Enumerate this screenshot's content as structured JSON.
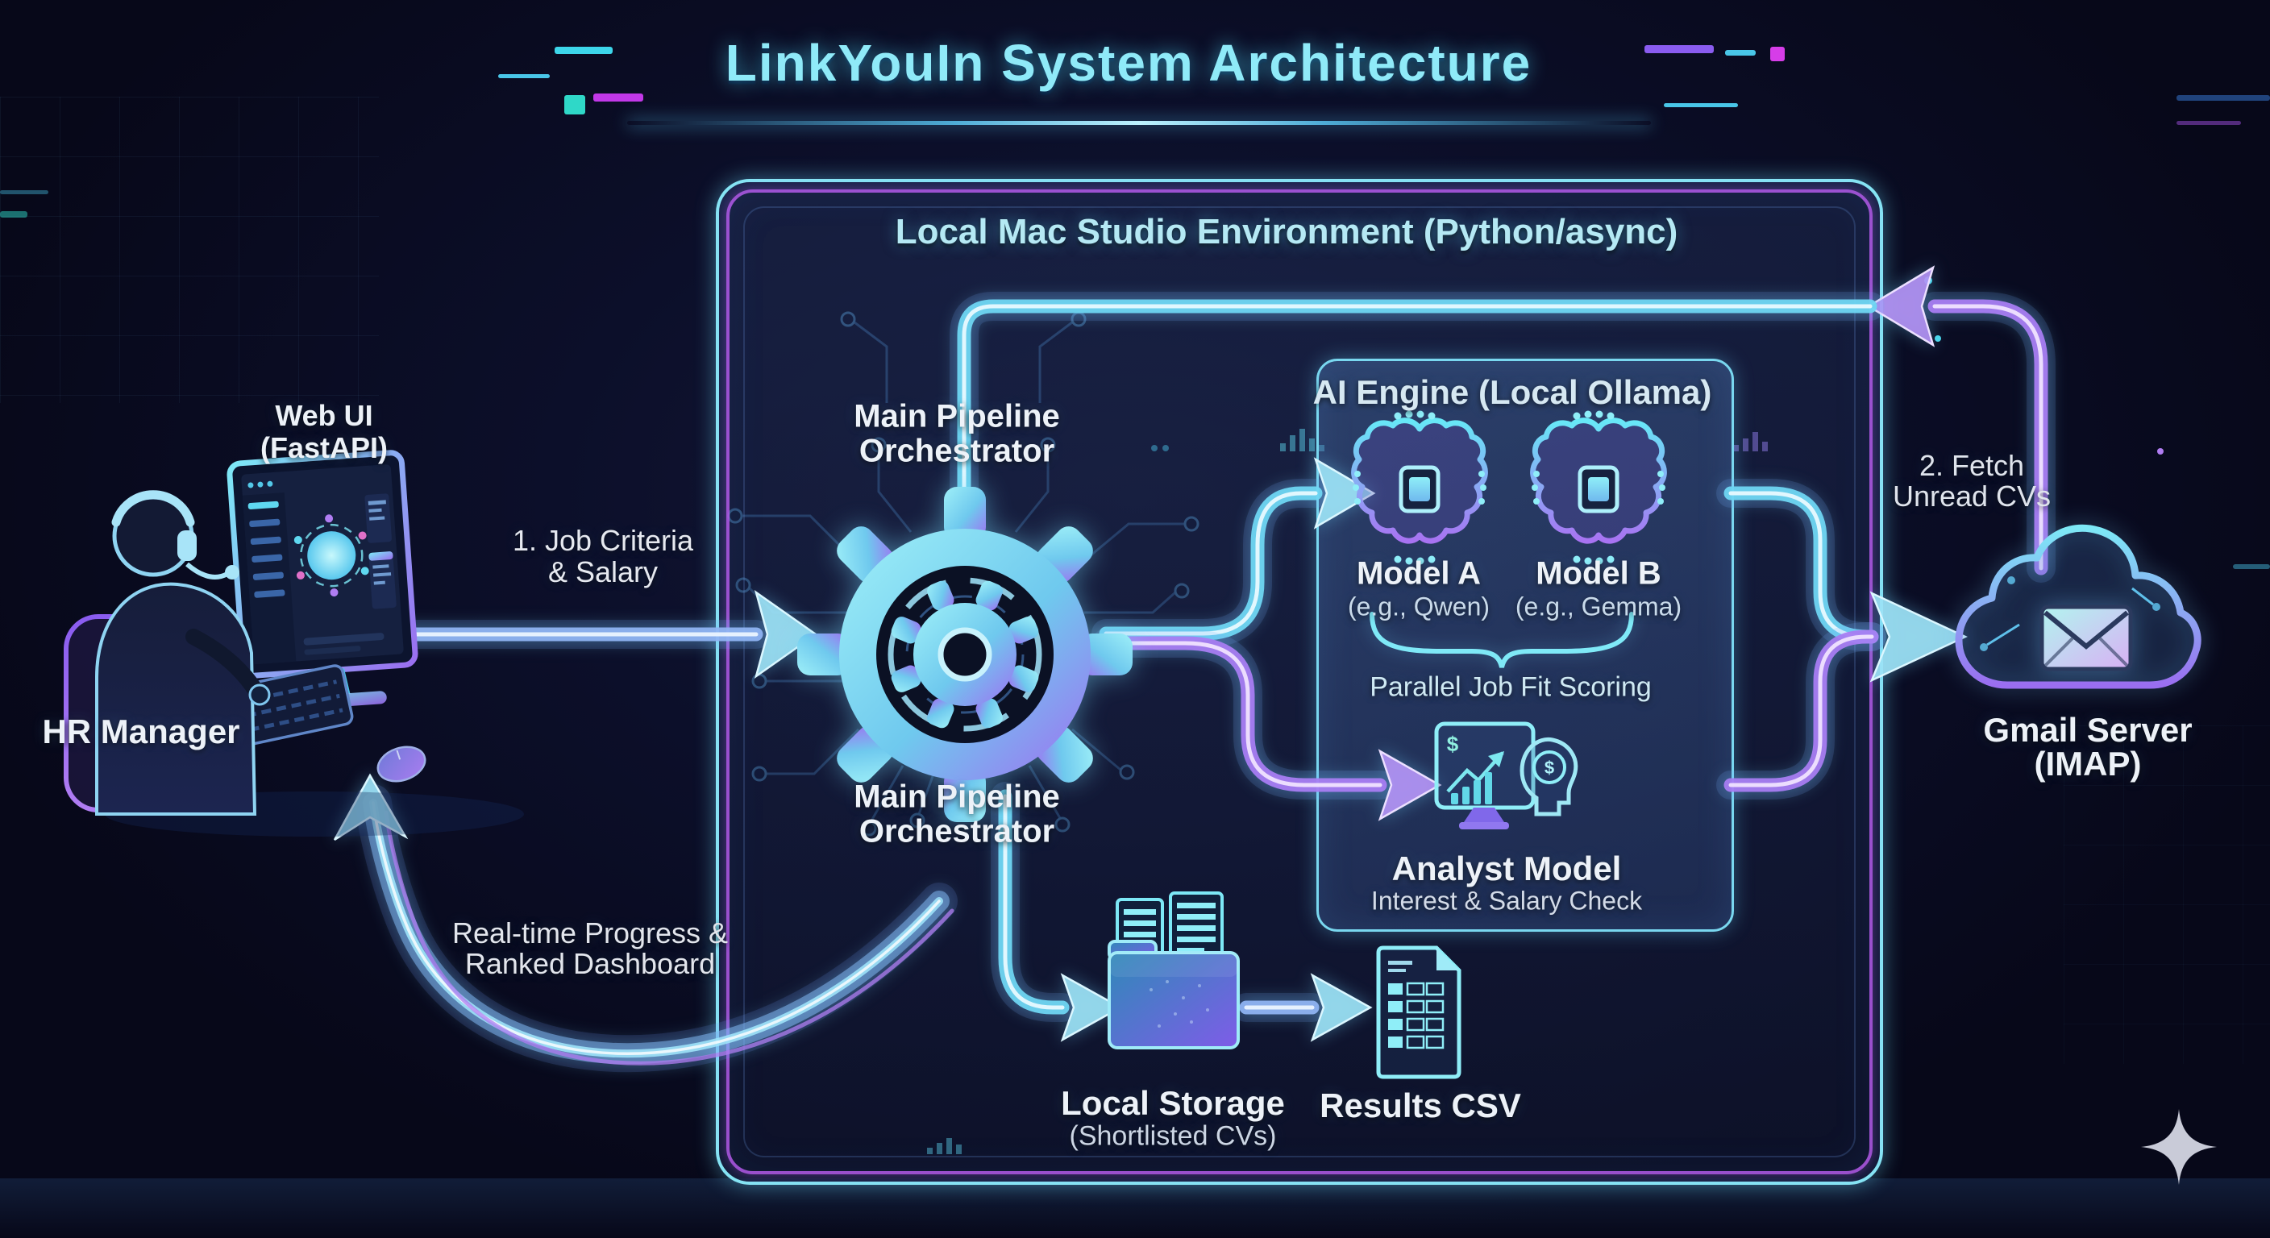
{
  "title": "LinkYouIn System Architecture",
  "environment": {
    "title": "Local Mac Studio Environment (Python/async)"
  },
  "actors": {
    "web_ui": {
      "line1": "Web UI",
      "line2": "(FastAPI)"
    },
    "hr_manager": {
      "label": "HR Manager"
    }
  },
  "nodes": {
    "orchestrator_top": {
      "line1": "Main Pipeline",
      "line2": "Orchestrator"
    },
    "orchestrator_bottom": {
      "line1": "Main Pipeline",
      "line2": "Orchestrator"
    },
    "ai_engine": {
      "title": "AI Engine (Local Ollama)",
      "model_a": {
        "name": "Model A",
        "example": "(e.g., Qwen)"
      },
      "model_b": {
        "name": "Model B",
        "example": "(e.g., Gemma)"
      },
      "parallel_label": "Parallel Job Fit Scoring",
      "analyst": {
        "name": "Analyst Model",
        "subtitle": "Interest & Salary Check",
        "dollar_glyph": "$"
      }
    },
    "gmail": {
      "line1": "Gmail Server",
      "line2": "(IMAP)"
    },
    "local_storage": {
      "line1": "Local Storage",
      "line2": "(Shortlisted CVs)"
    },
    "results_csv": {
      "label": "Results CSV"
    }
  },
  "flows": {
    "job_criteria": {
      "line1": "1. Job Criteria",
      "line2": "& Salary"
    },
    "fetch_cvs": {
      "line1": "2. Fetch",
      "line2": "Unread CVs"
    },
    "realtime": {
      "line1": "Real-time Progress &",
      "line2": "Ranked Dashboard"
    }
  },
  "icons": {
    "orchestrator": "gear-icon",
    "model_a": "brain-chip-icon",
    "model_b": "brain-chip-icon",
    "analyst": "analyst-chart-head-icon",
    "gmail": "cloud-envelope-icon",
    "local_storage": "folder-documents-icon",
    "results_csv": "csv-table-document-icon",
    "hr_manager": "person-with-headset-at-monitor",
    "watermark": "four-point-sparkle-icon"
  },
  "colors": {
    "background": "#0a0c1e",
    "accent_cyan": "#7de6f6",
    "accent_purple": "#b16cf6",
    "accent_magenta": "#d63de8",
    "panel_navy": "#23395f",
    "text_primary": "#edf2f8",
    "title_cyan": "#8feaf8"
  }
}
